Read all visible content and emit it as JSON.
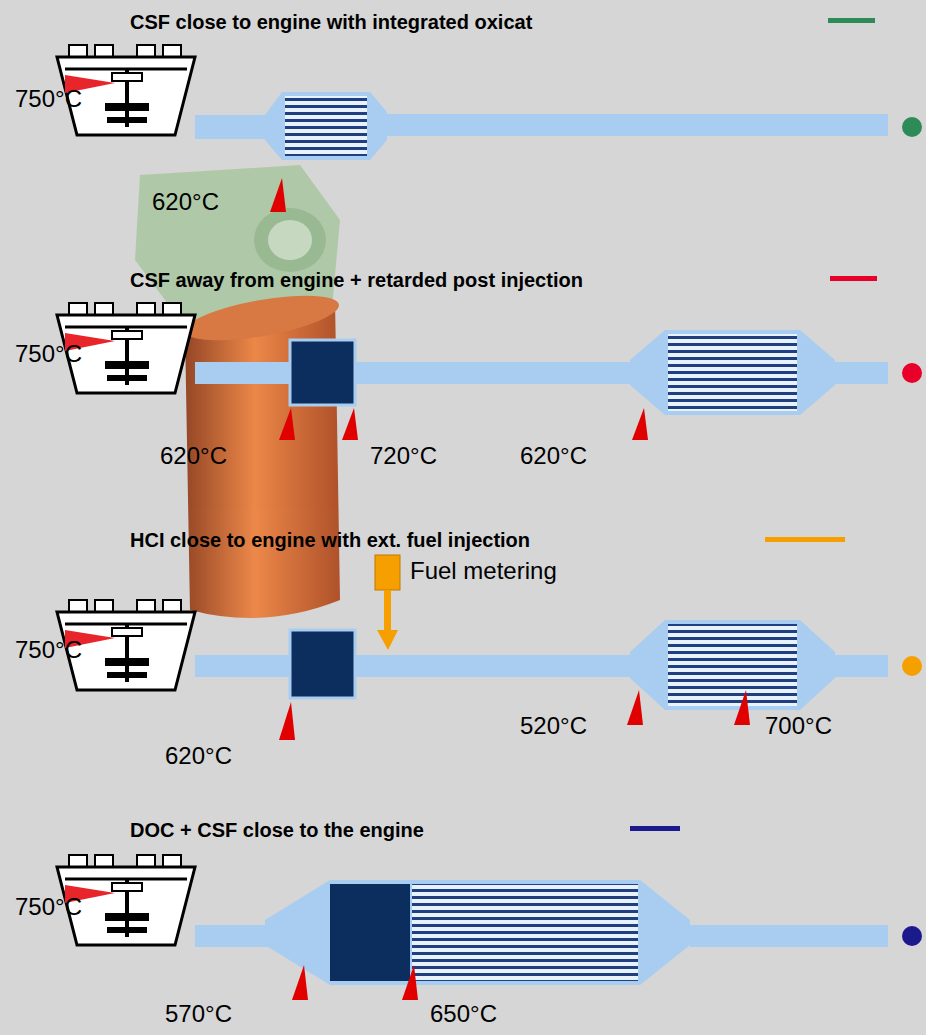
{
  "diagram": {
    "labels": [
      "750°C",
      "620°C",
      "750°C",
      "620°C",
      "720°C",
      "620°C",
      "Fuel metering",
      "750°C",
      "620°C",
      "520°C",
      "700°C",
      "750°C",
      "570°C",
      "650°C"
    ],
    "legend": [
      {
        "text": "CSF close to engine with integrated oxicat",
        "color": "#2e8b57"
      },
      {
        "text": "CSF away from engine + retarded post injection",
        "color": "#e8002a"
      },
      {
        "text": "HCI close to engine with ext. fuel injection",
        "color": "#f5a000"
      },
      {
        "text": "DOC + CSF close to the engine",
        "color": "#1a1a8c"
      }
    ]
  }
}
